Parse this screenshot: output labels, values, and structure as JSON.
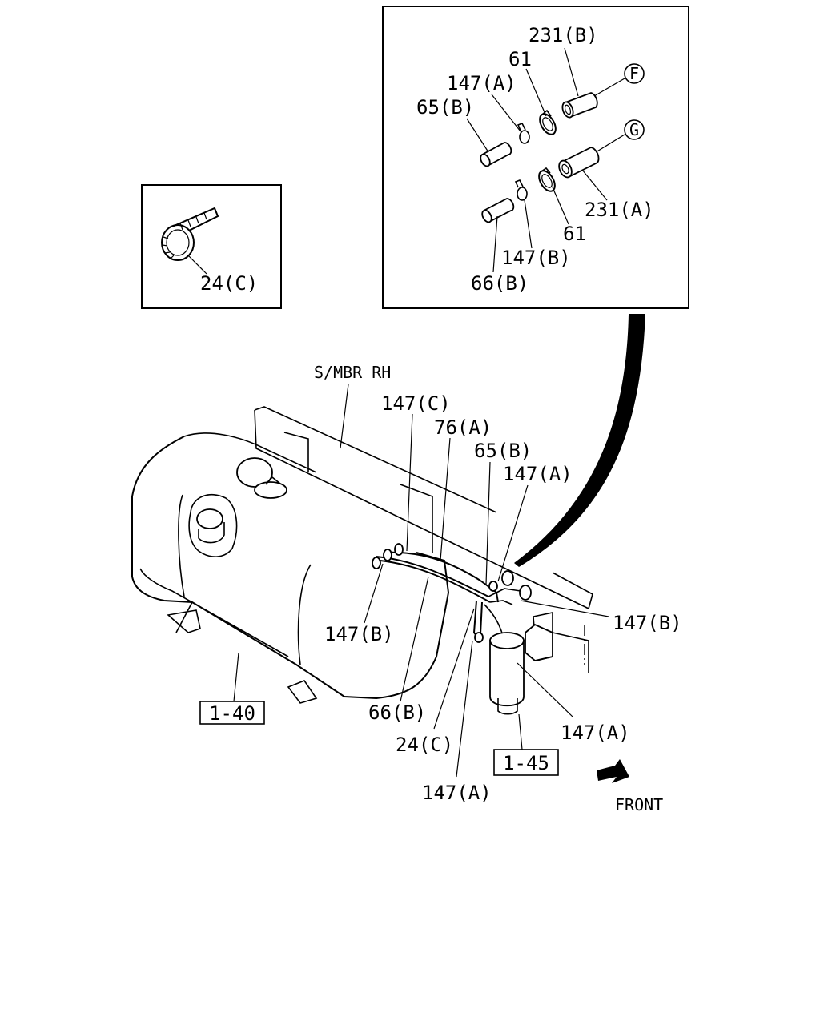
{
  "detail_inset": {
    "labels": {
      "hose_b": "231(B)",
      "clip_top": "61",
      "clamp_a": "147(A)",
      "pipe_65b": "65(B)",
      "hose_a": "231(A)",
      "clip_bottom": "61",
      "clamp_b": "147(B)",
      "pipe_66b": "66(B)"
    },
    "connectors": {
      "f": "F",
      "g": "G"
    }
  },
  "tie_inset": {
    "label": "24(C)"
  },
  "main": {
    "labels": {
      "frame": "S/MBR RH",
      "clamp_c": "147(C)",
      "hose_76a": "76(A)",
      "pipe_65b": "65(B)",
      "clamp_a_top": "147(A)",
      "clamp_b_left": "147(B)",
      "clamp_b_right": "147(B)",
      "pipe_66b": "66(B)",
      "tie_24c": "24(C)",
      "clamp_a_bottom": "147(A)",
      "clamp_a_right": "147(A)"
    },
    "refs": {
      "tank": "1-40",
      "filter": "1-45"
    },
    "front_label": "FRONT"
  }
}
